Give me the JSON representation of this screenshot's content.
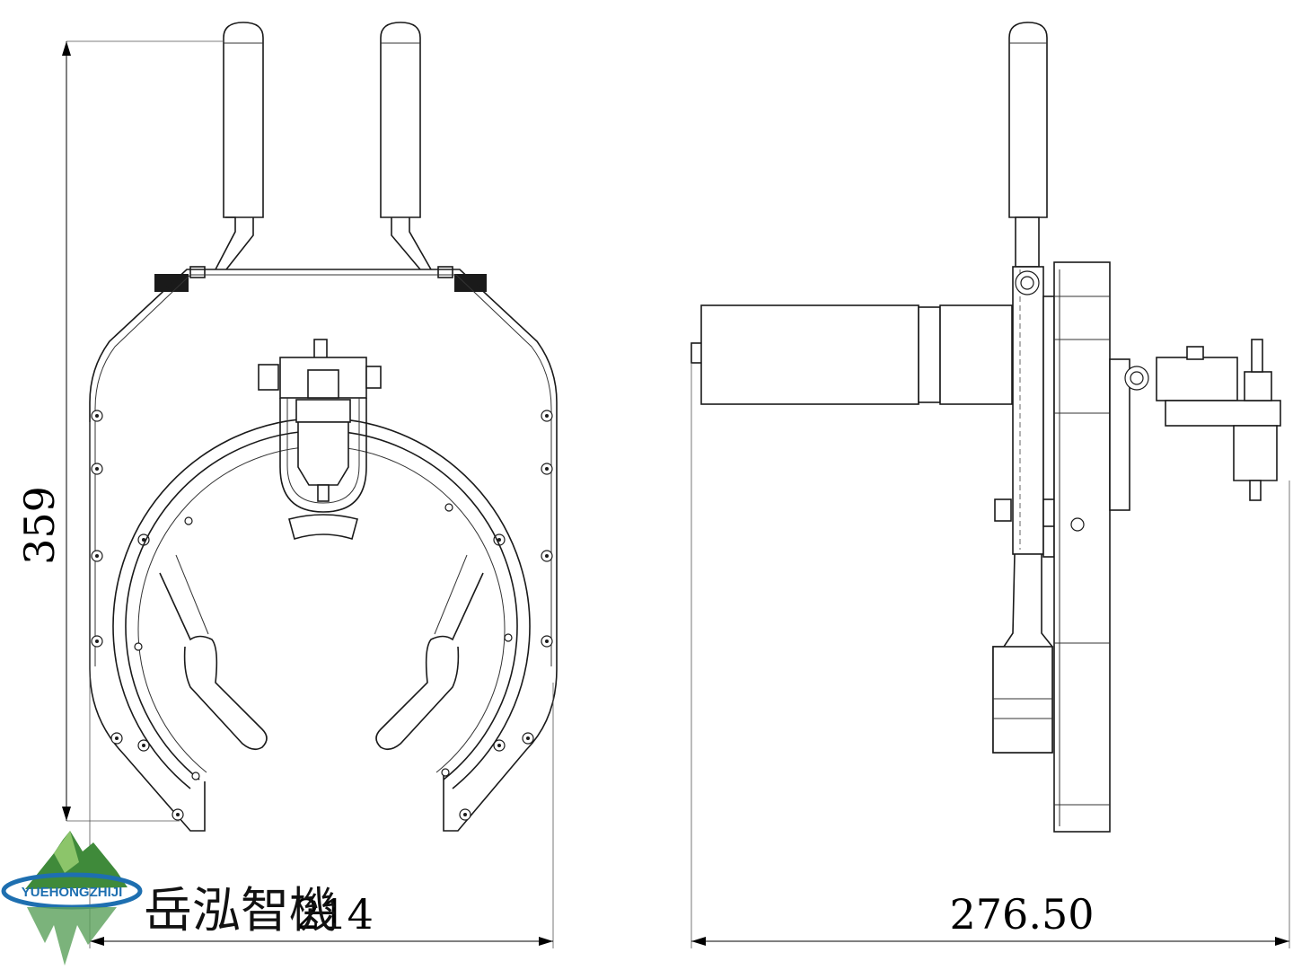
{
  "dimensions": {
    "height_value": "359",
    "width_front_value": "214",
    "width_side_value": "276.50"
  },
  "logo": {
    "ring_text": "YUEHONGZHIJI",
    "chinese_name": "岳泓智機",
    "colors": {
      "mountain": "#3f8a3a",
      "mountain_light": "#8cc56a",
      "ring": "#1e6fb0",
      "tree": "#5aa05a"
    }
  }
}
